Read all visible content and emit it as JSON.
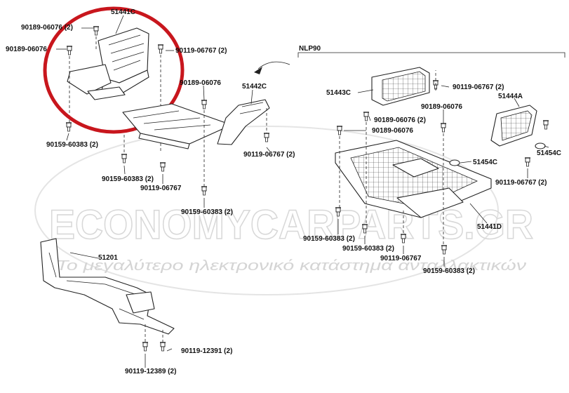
{
  "variant_label": "NLP90",
  "watermark": {
    "brand": "ECONOMYCARPARTS.GR",
    "slogan": "Το μεγαλύτερο ηλεκτρονικό κατάστημα ανταλλακτικών"
  },
  "highlight_color": "#c8161d",
  "labels": {
    "p51441c": "51441C",
    "b06076_a": "90189-06076 (2)",
    "b06076_b": "90189-06076",
    "b06767_a": "90119-06767 (2)",
    "b60383_a": "90159-60383 (2)",
    "b06076_c": "90189-06076",
    "p51442c": "51442C",
    "b06767_b": "90119-06767 (2)",
    "b60383_b": "90159-60383 (2)",
    "b06767_c": "90119-06767",
    "b60383_c": "90159-60383 (2)",
    "p51443c": "51443C",
    "b06767_d": "90119-06767 (2)",
    "p51444a": "51444A",
    "b06076_d": "90189-06076",
    "b06076_e": "90189-06076 (2)",
    "b06076_f": "90189-06076",
    "p51454c_a": "51454C",
    "p51454c_b": "51454C",
    "b06767_e": "90119-06767 (2)",
    "p51441d": "51441D",
    "b60383_d": "90159-60383 (2)",
    "b60383_e": "90159-60383 (2)",
    "b06767_f": "90119-06767",
    "b60383_f": "90159-60383 (2)",
    "p51201": "51201",
    "b12391": "90119-12391 (2)",
    "b12389": "90119-12389 (2)"
  }
}
